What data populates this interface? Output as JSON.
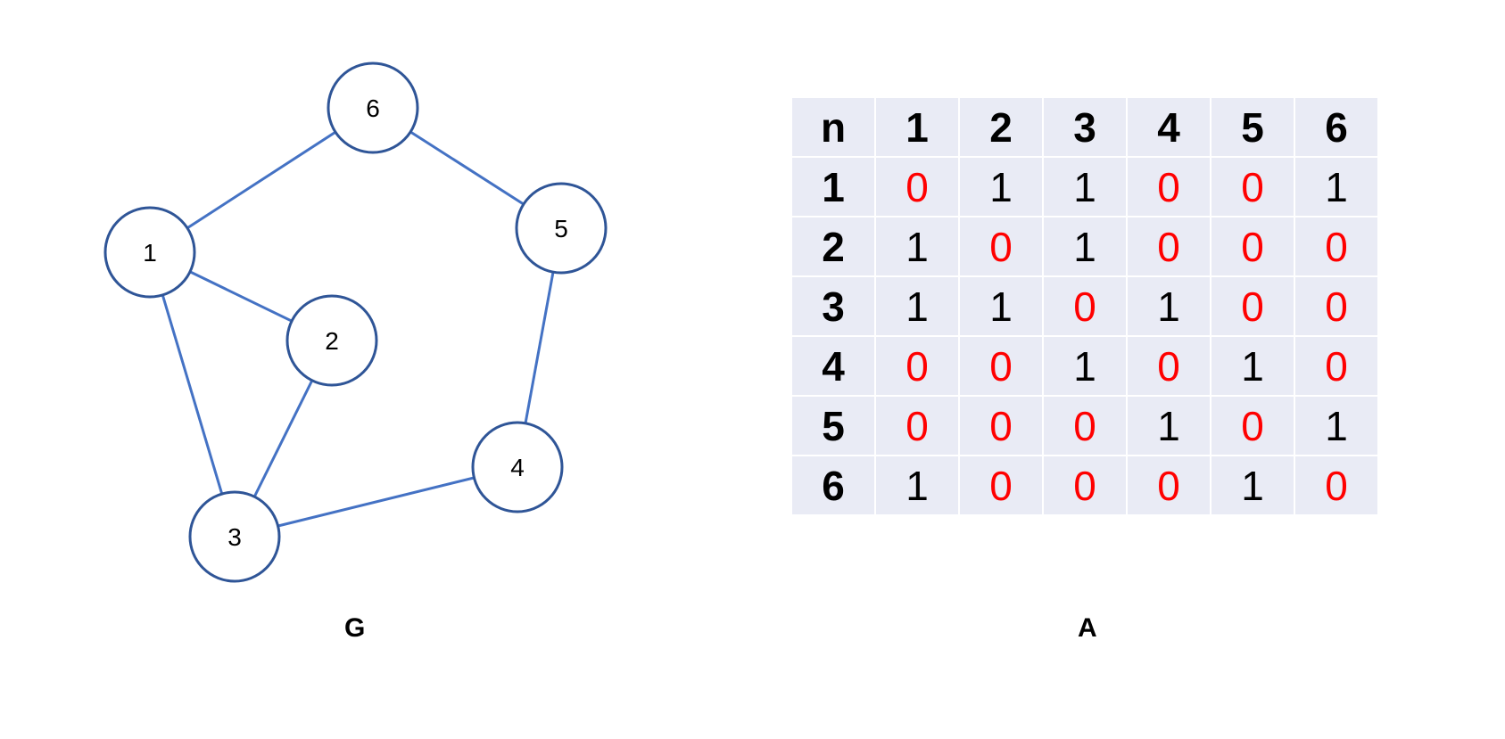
{
  "graph": {
    "caption": "G",
    "nodes": [
      {
        "id": 1,
        "label": "1"
      },
      {
        "id": 2,
        "label": "2"
      },
      {
        "id": 3,
        "label": "3"
      },
      {
        "id": 4,
        "label": "4"
      },
      {
        "id": 5,
        "label": "5"
      },
      {
        "id": 6,
        "label": "6"
      }
    ],
    "edges": [
      [
        1,
        6
      ],
      [
        1,
        2
      ],
      [
        1,
        3
      ],
      [
        2,
        3
      ],
      [
        3,
        4
      ],
      [
        4,
        5
      ],
      [
        5,
        6
      ]
    ],
    "colors": {
      "edge": "#4472c4",
      "node_stroke": "#2f5597"
    }
  },
  "matrix": {
    "caption": "A",
    "corner": "n",
    "columns": [
      "1",
      "2",
      "3",
      "4",
      "5",
      "6"
    ],
    "rows": [
      {
        "label": "1",
        "values": [
          "0",
          "1",
          "1",
          "0",
          "0",
          "1"
        ]
      },
      {
        "label": "2",
        "values": [
          "1",
          "0",
          "1",
          "0",
          "0",
          "0"
        ]
      },
      {
        "label": "3",
        "values": [
          "1",
          "1",
          "0",
          "1",
          "0",
          "0"
        ]
      },
      {
        "label": "4",
        "values": [
          "0",
          "0",
          "1",
          "0",
          "1",
          "0"
        ]
      },
      {
        "label": "5",
        "values": [
          "0",
          "0",
          "0",
          "1",
          "0",
          "1"
        ]
      },
      {
        "label": "6",
        "values": [
          "1",
          "0",
          "0",
          "0",
          "1",
          "0"
        ]
      }
    ],
    "colors": {
      "zero": "#ff0000",
      "one": "#000000",
      "cell_bg": "#e9ebf5"
    }
  }
}
